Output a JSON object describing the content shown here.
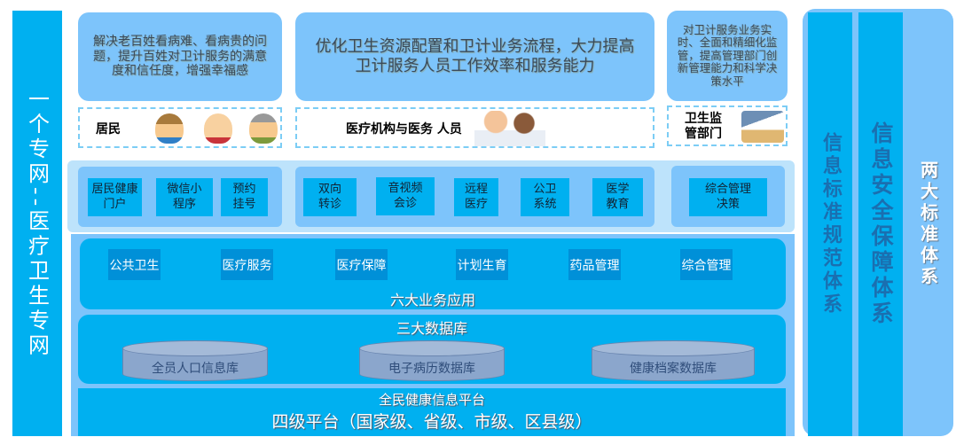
{
  "left_bar": "一个专网--医疗卫生专网",
  "goals": [
    "解决老百姓看病难、看病贵的问题，提升百姓对卫计服务的满意度和信任度，增强幸福感",
    "优化卫生资源配置和卫计业务流程，大力提高卫计服务人员工作效率和服务能力",
    "对卫计服务业务实时、全面和精细化监管，提高管理部门创新管理能力和科学决策水平"
  ],
  "users": [
    "居民",
    "医疗机构与医务 人员",
    "卫生监管部门"
  ],
  "channels": {
    "residents": [
      "居民健康门户",
      "微信小程序",
      "预约挂号"
    ],
    "medical": [
      "双向转诊",
      "音视频会诊",
      "远程医疗",
      "公卫系统",
      "医学教育"
    ],
    "regulator": [
      "综合管理决策"
    ]
  },
  "business": {
    "items": [
      "公共卫生",
      "医疗服务",
      "医疗保障",
      "计划生育",
      "药品管理",
      "综合管理"
    ],
    "title": "六大业务应用"
  },
  "databases": {
    "title": "三大数据库",
    "items": [
      "全员人口信息库",
      "电子病历数据库",
      "健康档案数据库"
    ]
  },
  "platform": {
    "title": "全民健康信息平台",
    "subtitle": "四级平台（国家级、省级、市级、区县级）"
  },
  "standards": {
    "col1": "信息标准规范体系",
    "col2": "信息安全保障体系",
    "title": "两大标准体系"
  },
  "colors": {
    "cyan": "#00b0f0",
    "light": "#7dc4fb",
    "pale": "#bde3fb"
  }
}
